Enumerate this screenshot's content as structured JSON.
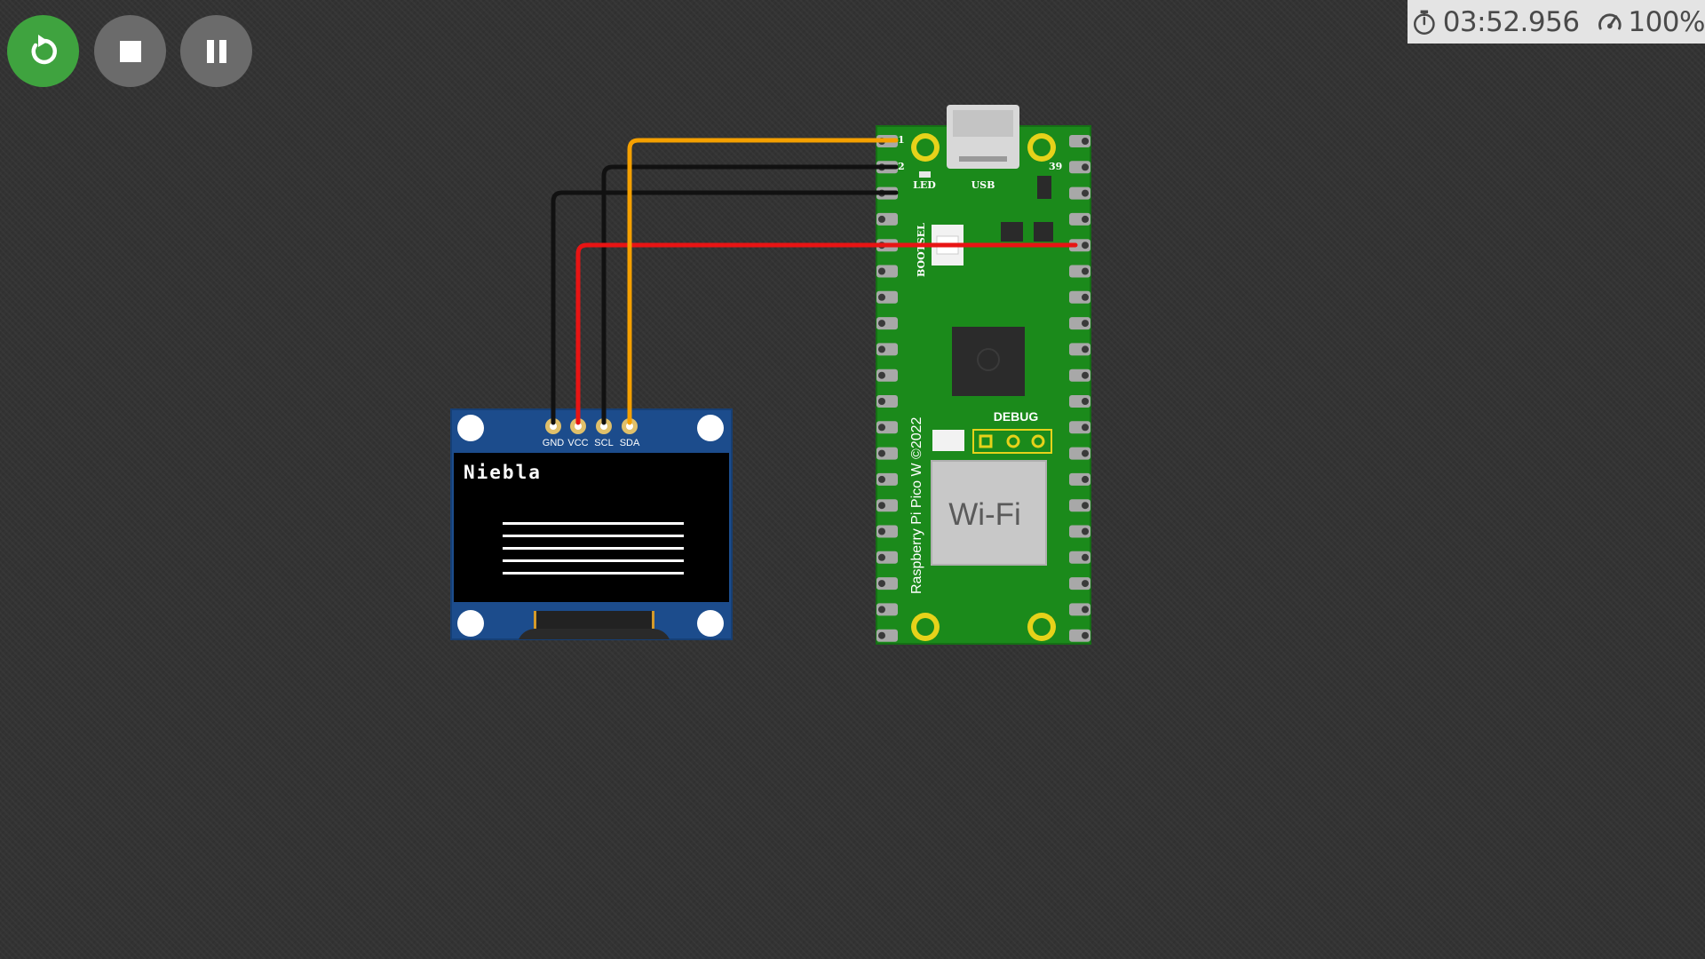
{
  "toolbar": {
    "restart_icon": "restart-icon",
    "stop_icon": "stop-icon",
    "pause_icon": "pause-icon"
  },
  "status_bar": {
    "elapsed_time": "03:52.956",
    "speed": "100%",
    "timer_icon": "stopwatch-icon",
    "speed_icon": "speedometer-icon"
  },
  "oled": {
    "screen_text": "Niebla",
    "pin_labels": [
      "GND",
      "VCC",
      "SCL",
      "SDA"
    ]
  },
  "pico": {
    "model_text": "Raspberry Pi Pico W ©2022",
    "led_label": "LED",
    "usb_label": "USB",
    "bootsel_label": "BOOTSEL",
    "debug_label": "DEBUG",
    "wifi_label": "Wi-Fi",
    "pin_1": "1",
    "pin_2": "2",
    "pin_39": "39"
  },
  "wires": [
    {
      "name": "wire-sda",
      "from": "SDA",
      "to": "1",
      "color": "#f5a000"
    },
    {
      "name": "wire-scl",
      "from": "SCL",
      "to": "2",
      "color": "#111111"
    },
    {
      "name": "wire-gnd",
      "from": "GND",
      "to": "3",
      "color": "#111111"
    },
    {
      "name": "wire-vcc",
      "from": "VCC",
      "to": "36",
      "color": "#e81414"
    }
  ],
  "colors": {
    "pcb_green": "#1b8a1b",
    "oled_board_blue": "#1c4c8c",
    "restart_green": "#3fa33f",
    "button_gray": "#6b6b6b"
  }
}
